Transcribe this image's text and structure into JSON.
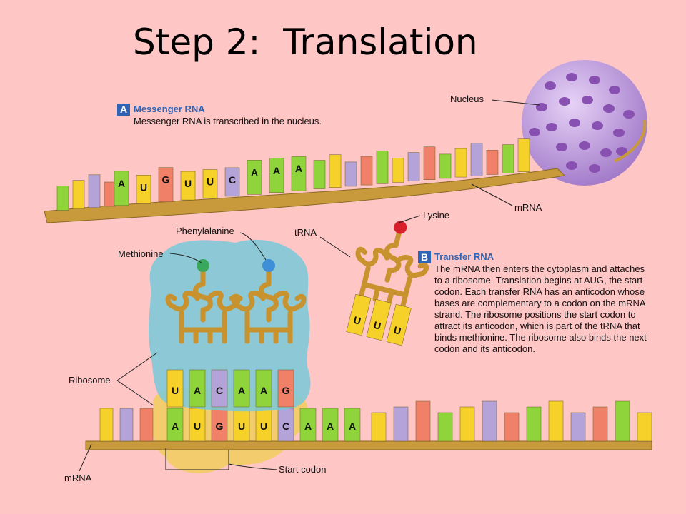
{
  "title": "Step 2:  Translation",
  "panel_a": {
    "letter": "A",
    "heading": "Messenger RNA",
    "text": "Messenger RNA is transcribed in the nucleus."
  },
  "panel_b": {
    "letter": "B",
    "heading": "Transfer RNA",
    "text": "The mRNA then enters the cytoplasm and attaches to a ribosome. Translation begins at AUG, the start codon. Each transfer RNA has an anticodon whose bases are complementary to a codon on the mRNA strand. The ribosome positions the start codon to attract its anticodon, which is part of the tRNA that binds methionine. The ribosome also binds the next codon and its anticodon."
  },
  "labels": {
    "nucleus": "Nucleus",
    "mrna_top": "mRNA",
    "lysine": "Lysine",
    "trna": "tRNA",
    "phenylalanine": "Phenylalanine",
    "methionine": "Methionine",
    "ribosome": "Ribosome",
    "start_codon": "Start codon",
    "mrna_bottom": "mRNA"
  },
  "sequences": {
    "top_codons": [
      "A",
      "U",
      "G",
      "U",
      "U",
      "C",
      "A",
      "A",
      "A"
    ],
    "bottom_codons": [
      "A",
      "U",
      "G",
      "U",
      "U",
      "C",
      "A",
      "A",
      "A"
    ],
    "anticodons": [
      "U",
      "A",
      "C",
      "A",
      "A",
      "G"
    ],
    "free_trna_anticodon": [
      "U",
      "U",
      "U"
    ]
  },
  "colors": {
    "background": "#ffc6c6",
    "badge": "#2f64b4",
    "A": "#8fd43a",
    "U": "#f6d12a",
    "G": "#f08068",
    "C": "#b3a3d8",
    "backbone": "#c89a3c",
    "nucleus": "#c39be0",
    "ribosome_large": "#7cc8d8",
    "ribosome_small": "#f2cc68",
    "methionine": "#3aa85c",
    "phenylalanine": "#3f8ed8",
    "lysine": "#d8202a",
    "trna": "#c8922e"
  }
}
